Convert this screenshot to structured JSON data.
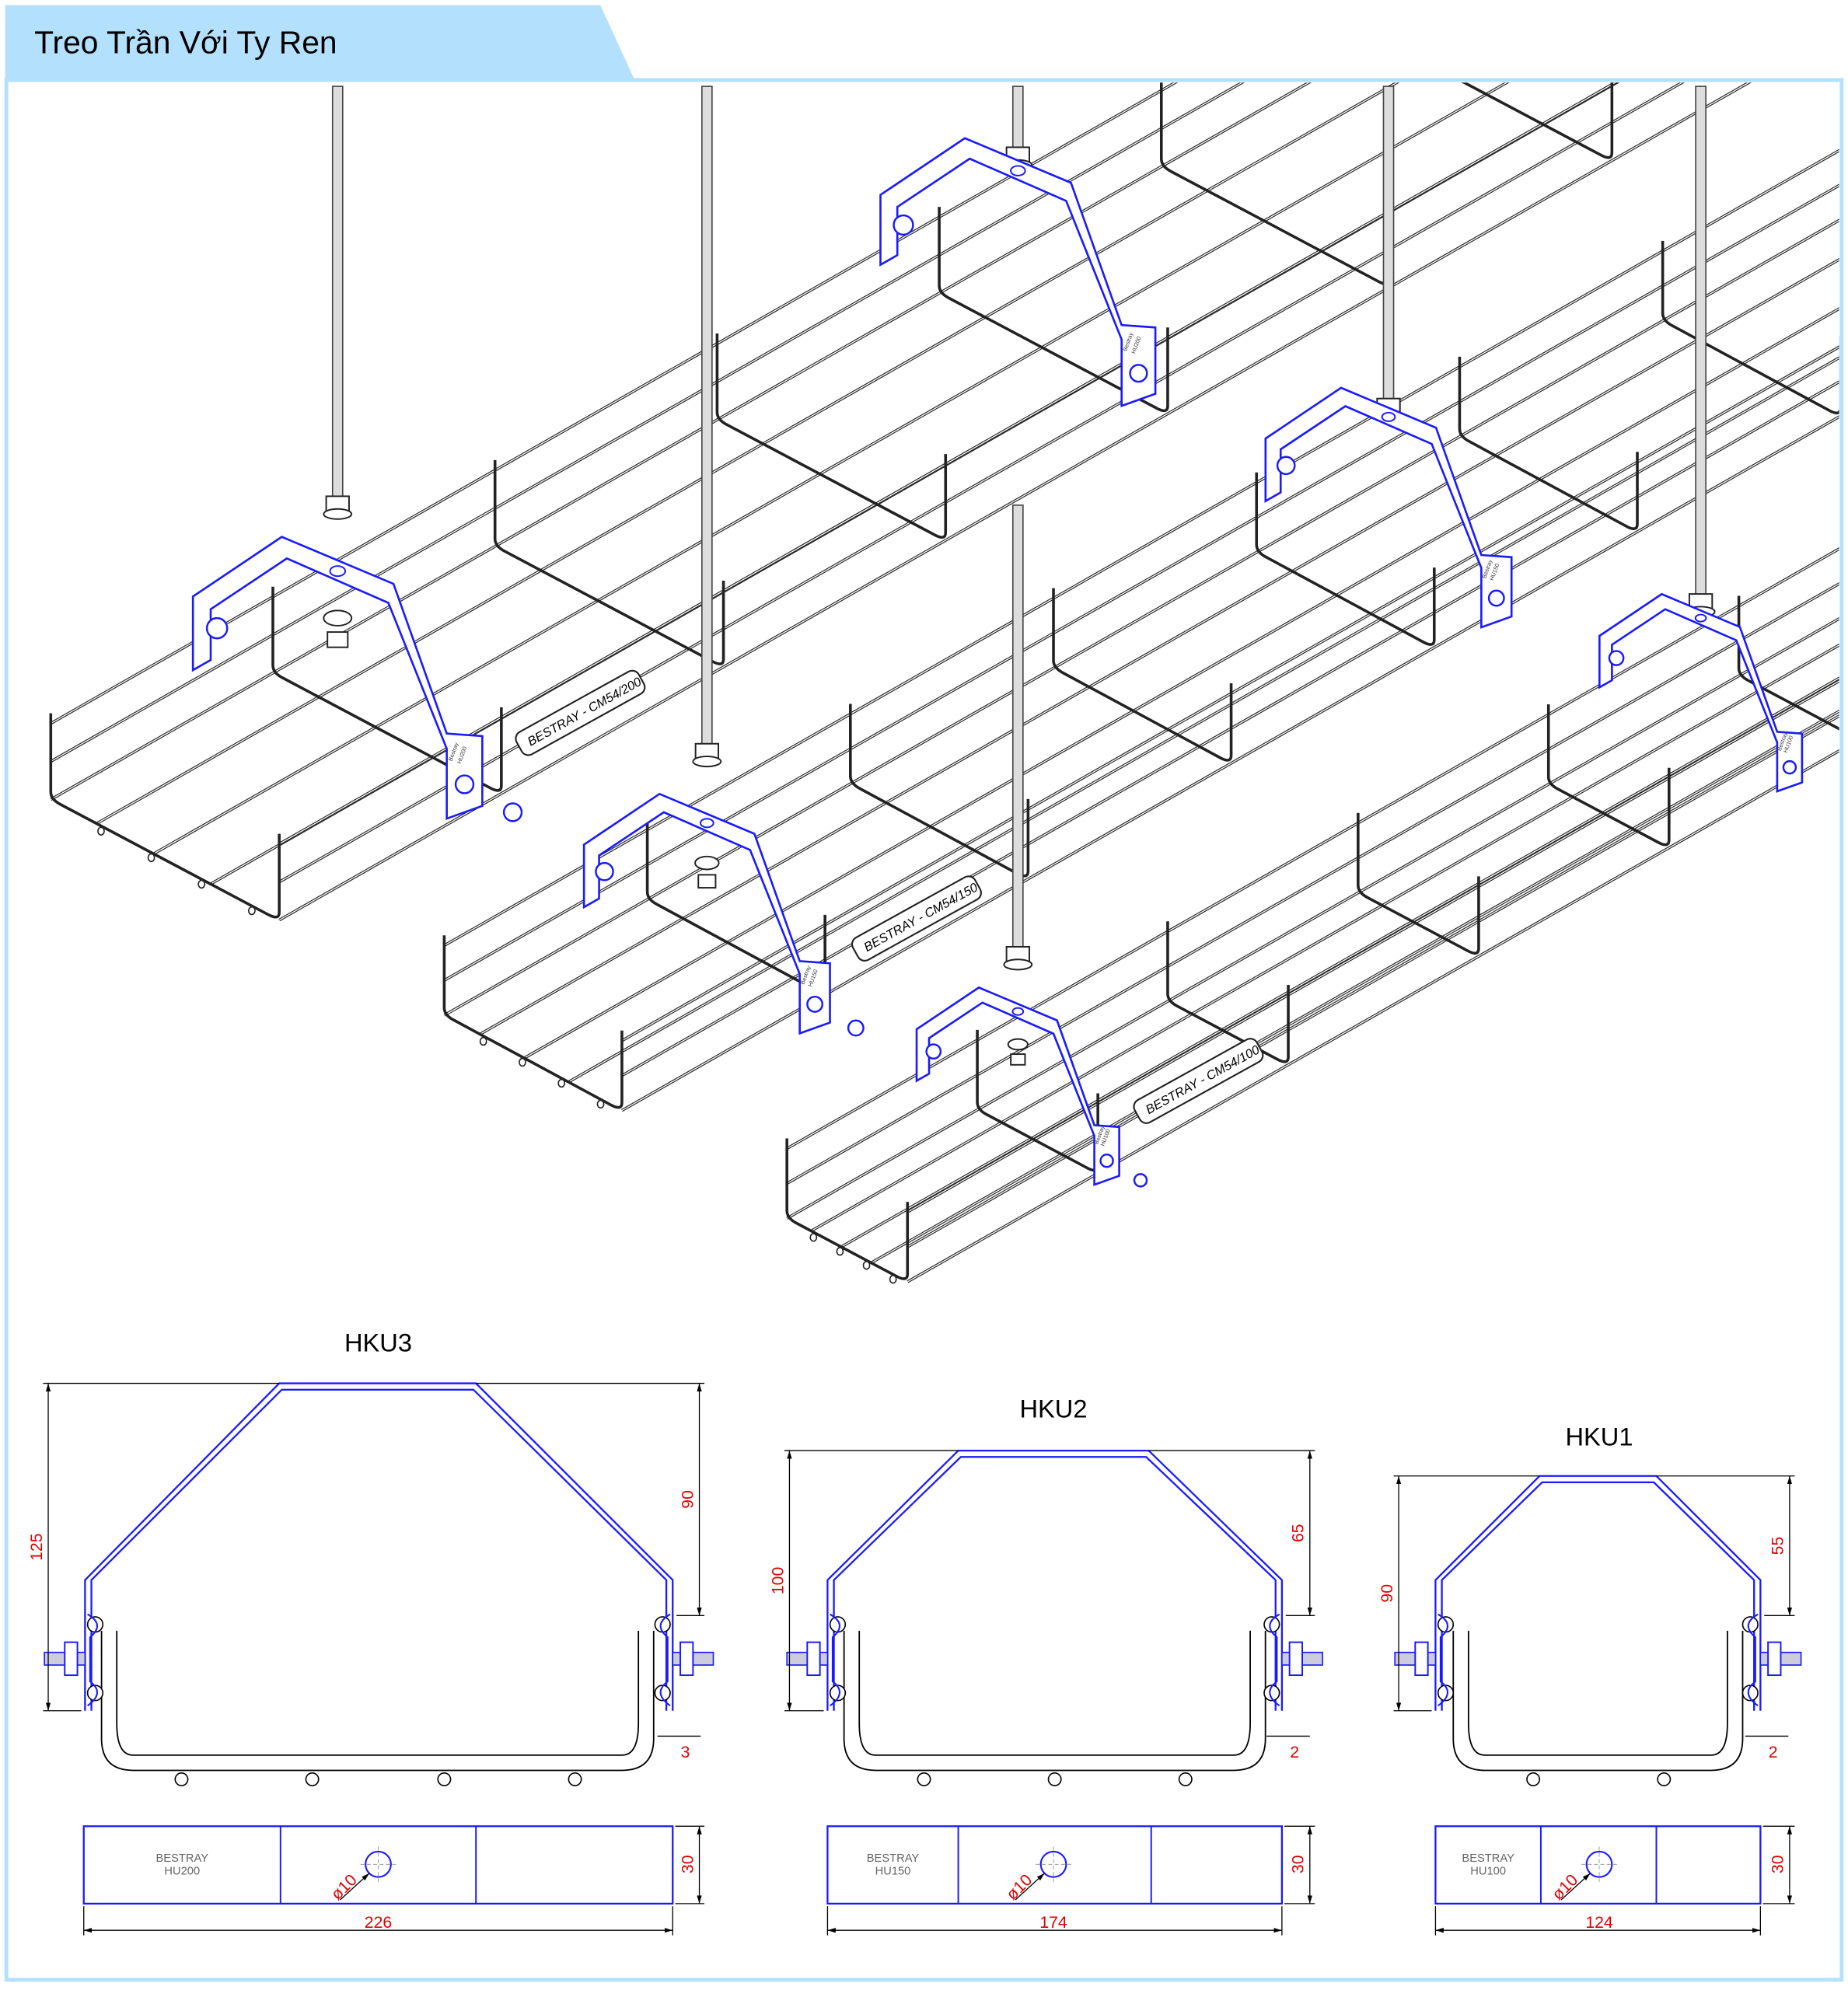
{
  "header": {
    "title": "Treo Trần Với Ty Ren"
  },
  "colors": {
    "accent": "#b3e0fd",
    "hanger": "#1a1aff",
    "dimension": "#e00000",
    "wire": "#222222"
  },
  "isometric": {
    "tray_labels": [
      "BESTRAY - CM54/200",
      "BESTRAY - CM54/150",
      "BESTRAY - CM54/100"
    ],
    "hanger_labels": [
      {
        "brand": "Bestray",
        "model": "HU200"
      },
      {
        "brand": "Bestray",
        "model": "HU150"
      },
      {
        "brand": "Bestray",
        "model": "HU100"
      }
    ]
  },
  "drawings": [
    {
      "title": "HKU3",
      "height": "125",
      "leg": "90",
      "gap": "3",
      "thickness": "30",
      "width": "226",
      "hole": "ø10",
      "mark_brand": "BESTRAY",
      "mark_model": "HU200"
    },
    {
      "title": "HKU2",
      "height": "100",
      "leg": "65",
      "gap": "2",
      "thickness": "30",
      "width": "174",
      "hole": "ø10",
      "mark_brand": "BESTRAY",
      "mark_model": "HU150"
    },
    {
      "title": "HKU1",
      "height": "90",
      "leg": "55",
      "gap": "2",
      "thickness": "30",
      "width": "124",
      "hole": "ø10",
      "mark_brand": "BESTRAY",
      "mark_model": "HU100"
    }
  ]
}
